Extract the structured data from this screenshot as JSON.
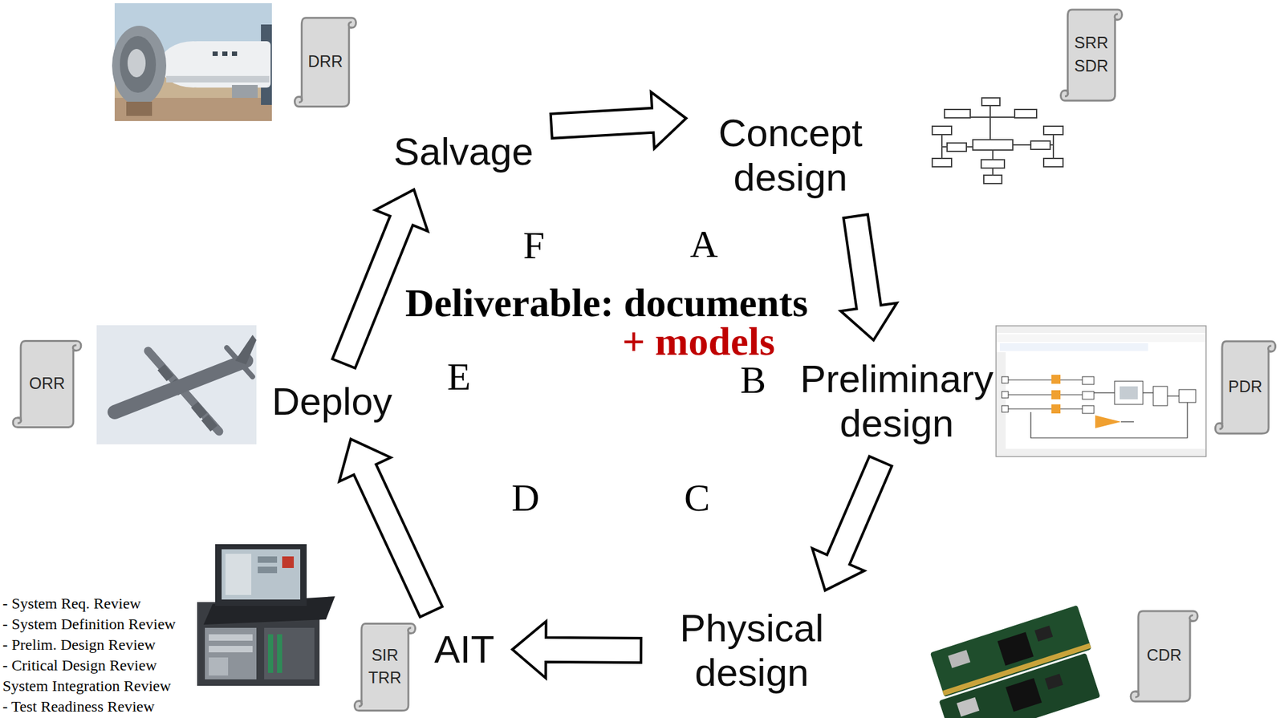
{
  "diagram": {
    "nodes": [
      {
        "text": [
          "DRR"
        ]
      },
      {
        "text": [
          "SRR",
          "SDR"
        ]
      },
      {
        "text": [
          "Salvage"
        ]
      },
      {
        "text": [
          "Concept design"
        ]
      },
      {
        "text": [
          "ORR"
        ]
      },
      {
        "text": [
          "Deploy"
        ]
      },
      {
        "text": [
          "Preliminary design"
        ]
      },
      {
        "text": [
          "PDR"
        ]
      },
      {
        "text": [
          "SIR",
          "TRR"
        ]
      },
      {
        "text": [
          "AIT"
        ]
      },
      {
        "text": [
          "Physical design"
        ]
      },
      {
        "text": [
          "CDR"
        ]
      }
    ],
    "edges": [
      {
        "from": 2,
        "to": 3,
        "arrow": "to"
      },
      {
        "from": 3,
        "to": 6,
        "arrow": "to"
      },
      {
        "from": 6,
        "to": 10,
        "arrow": "to"
      },
      {
        "from": 10,
        "to": 9,
        "arrow": "to"
      },
      {
        "from": 9,
        "to": 5,
        "arrow": "to"
      },
      {
        "from": 5,
        "to": 2,
        "arrow": "to"
      }
    ],
    "labels": [
      "F",
      "A",
      "Deliverable: documents",
      "E",
      "+ models",
      "B",
      "D",
      "C",
      "- System Req. Review",
      "- System Definition Review",
      "- Prelim. Design Review",
      "- Critical Design Review",
      "System Integration Review",
      "- Test Readiness Review"
    ]
  }
}
